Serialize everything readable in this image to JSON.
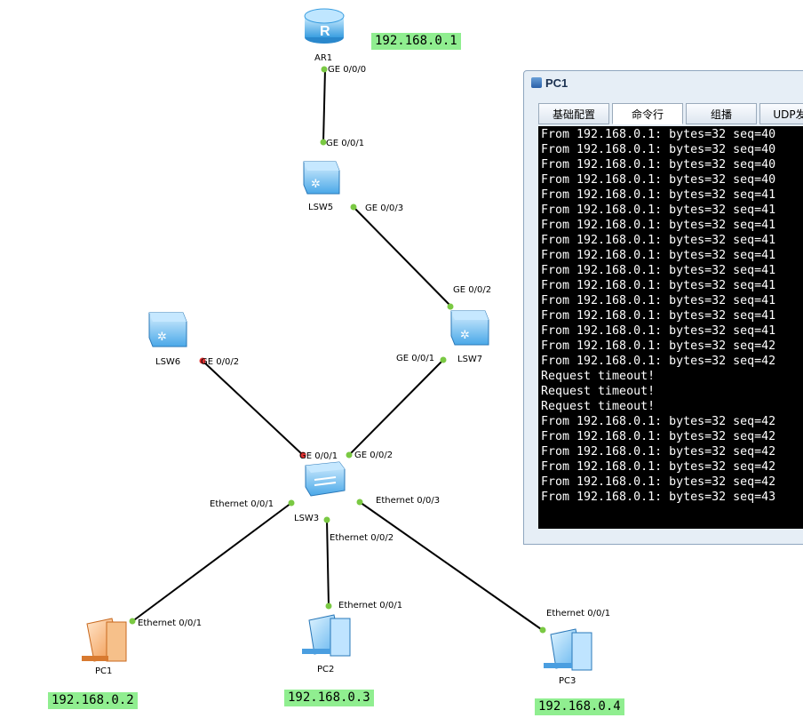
{
  "devices": {
    "ar1": {
      "label": "AR1",
      "ip": "192.168.0.1"
    },
    "lsw5": {
      "label": "LSW5"
    },
    "lsw6": {
      "label": "LSW6"
    },
    "lsw7": {
      "label": "LSW7"
    },
    "lsw3": {
      "label": "LSW3"
    },
    "pc1": {
      "label": "PC1",
      "ip": "192.168.0.2"
    },
    "pc2": {
      "label": "PC2",
      "ip": "192.168.0.3"
    },
    "pc3": {
      "label": "PC3",
      "ip": "192.168.0.4"
    }
  },
  "ports": {
    "ar1_ge000": "GE 0/0/0",
    "lsw5_ge001": "GE 0/0/1",
    "lsw5_ge003": "GE 0/0/3",
    "lsw7_ge002": "GE 0/0/2",
    "lsw7_ge001": "GE 0/0/1",
    "lsw6_ge002": "GE 0/0/2",
    "lsw3_ge001": "GE 0/0/1",
    "lsw3_ge002": "GE 0/0/2",
    "lsw3_eth001": "Ethernet 0/0/1",
    "lsw3_eth002": "Ethernet 0/0/2",
    "lsw3_eth003": "Ethernet 0/0/3",
    "pc1_eth001": "Ethernet 0/0/1",
    "pc2_eth001": "Ethernet 0/0/1",
    "pc3_eth001": "Ethernet 0/0/1"
  },
  "colors": {
    "link": "#000000",
    "port_up": "#7ac943",
    "port_down": "#e03030",
    "ip_bg": "#90ee90"
  },
  "window": {
    "title": "PC1",
    "tabs": [
      "基础配置",
      "命令行",
      "组播",
      "UDP发包"
    ],
    "active_tab": "命令行",
    "console_lines": [
      "From 192.168.0.1: bytes=32 seq=40",
      "From 192.168.0.1: bytes=32 seq=40",
      "From 192.168.0.1: bytes=32 seq=40",
      "From 192.168.0.1: bytes=32 seq=40",
      "From 192.168.0.1: bytes=32 seq=41",
      "From 192.168.0.1: bytes=32 seq=41",
      "From 192.168.0.1: bytes=32 seq=41",
      "From 192.168.0.1: bytes=32 seq=41",
      "From 192.168.0.1: bytes=32 seq=41",
      "From 192.168.0.1: bytes=32 seq=41",
      "From 192.168.0.1: bytes=32 seq=41",
      "From 192.168.0.1: bytes=32 seq=41",
      "From 192.168.0.1: bytes=32 seq=41",
      "From 192.168.0.1: bytes=32 seq=41",
      "From 192.168.0.1: bytes=32 seq=42",
      "From 192.168.0.1: bytes=32 seq=42",
      "Request timeout!",
      "Request timeout!",
      "Request timeout!",
      "From 192.168.0.1: bytes=32 seq=42",
      "From 192.168.0.1: bytes=32 seq=42",
      "From 192.168.0.1: bytes=32 seq=42",
      "From 192.168.0.1: bytes=32 seq=42",
      "From 192.168.0.1: bytes=32 seq=42",
      "From 192.168.0.1: bytes=32 seq=43"
    ]
  }
}
